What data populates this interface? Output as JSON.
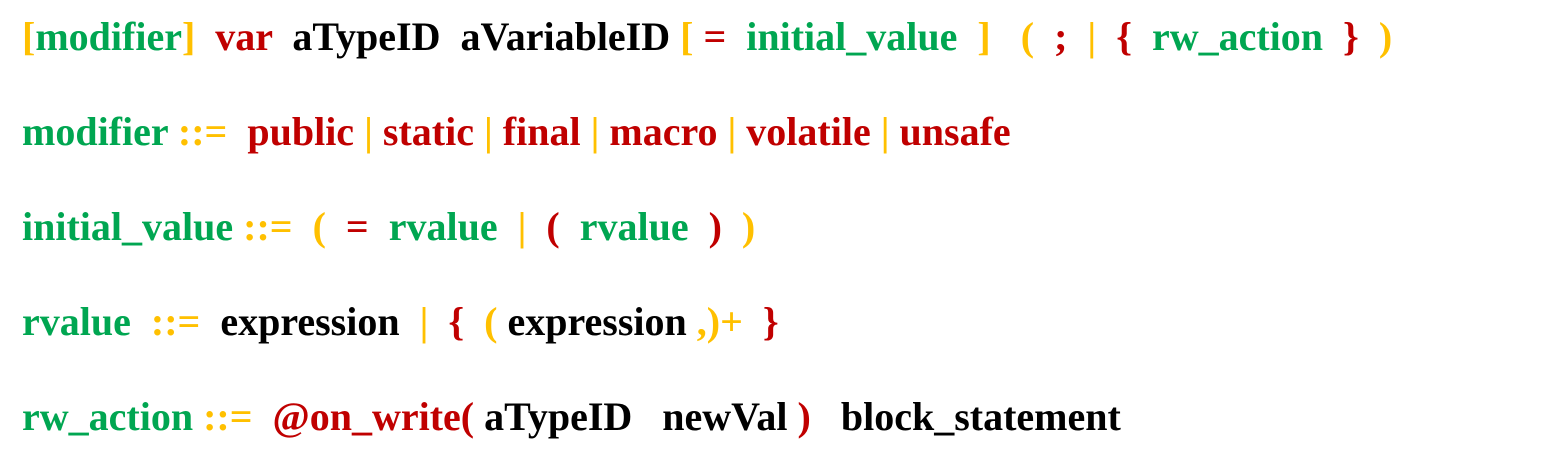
{
  "colors": {
    "green": "#00A651",
    "red": "#C00000",
    "yellow": "#FFC000",
    "black": "#000000"
  },
  "grammar": {
    "lines": [
      {
        "tokens": [
          {
            "text": "[",
            "color": "yellow"
          },
          {
            "text": "modifier",
            "color": "green"
          },
          {
            "text": "]",
            "color": "yellow"
          },
          {
            "text": "  ",
            "color": "black"
          },
          {
            "text": "var",
            "color": "red"
          },
          {
            "text": "  ",
            "color": "black"
          },
          {
            "text": "aTypeID",
            "color": "black"
          },
          {
            "text": "  ",
            "color": "black"
          },
          {
            "text": "aVariableID",
            "color": "black"
          },
          {
            "text": " ",
            "color": "black"
          },
          {
            "text": "[",
            "color": "yellow"
          },
          {
            "text": " ",
            "color": "black"
          },
          {
            "text": "=",
            "color": "red"
          },
          {
            "text": "  ",
            "color": "black"
          },
          {
            "text": "initial_value",
            "color": "green"
          },
          {
            "text": "  ",
            "color": "black"
          },
          {
            "text": "]",
            "color": "yellow"
          },
          {
            "text": "   ",
            "color": "black"
          },
          {
            "text": "(",
            "color": "yellow"
          },
          {
            "text": "  ",
            "color": "black"
          },
          {
            "text": ";",
            "color": "red"
          },
          {
            "text": "  ",
            "color": "black"
          },
          {
            "text": "|",
            "color": "yellow"
          },
          {
            "text": "  ",
            "color": "black"
          },
          {
            "text": "{",
            "color": "red"
          },
          {
            "text": "  ",
            "color": "black"
          },
          {
            "text": "rw_action",
            "color": "green"
          },
          {
            "text": "  ",
            "color": "black"
          },
          {
            "text": "}",
            "color": "red"
          },
          {
            "text": "  ",
            "color": "black"
          },
          {
            "text": ")",
            "color": "yellow"
          }
        ]
      },
      {
        "tokens": [
          {
            "text": "modifier",
            "color": "green"
          },
          {
            "text": " ",
            "color": "black"
          },
          {
            "text": "::=",
            "color": "yellow"
          },
          {
            "text": "  ",
            "color": "black"
          },
          {
            "text": "public",
            "color": "red"
          },
          {
            "text": " ",
            "color": "black"
          },
          {
            "text": "|",
            "color": "yellow"
          },
          {
            "text": " ",
            "color": "black"
          },
          {
            "text": "static",
            "color": "red"
          },
          {
            "text": " ",
            "color": "black"
          },
          {
            "text": "|",
            "color": "yellow"
          },
          {
            "text": " ",
            "color": "black"
          },
          {
            "text": "final",
            "color": "red"
          },
          {
            "text": " ",
            "color": "black"
          },
          {
            "text": "|",
            "color": "yellow"
          },
          {
            "text": " ",
            "color": "black"
          },
          {
            "text": "macro",
            "color": "red"
          },
          {
            "text": " ",
            "color": "black"
          },
          {
            "text": "|",
            "color": "yellow"
          },
          {
            "text": " ",
            "color": "black"
          },
          {
            "text": "volatile",
            "color": "red"
          },
          {
            "text": " ",
            "color": "black"
          },
          {
            "text": "|",
            "color": "yellow"
          },
          {
            "text": " ",
            "color": "black"
          },
          {
            "text": "unsafe",
            "color": "red"
          }
        ]
      },
      {
        "tokens": [
          {
            "text": "initial_value",
            "color": "green"
          },
          {
            "text": " ",
            "color": "black"
          },
          {
            "text": "::=",
            "color": "yellow"
          },
          {
            "text": "  ",
            "color": "black"
          },
          {
            "text": "(",
            "color": "yellow"
          },
          {
            "text": "  ",
            "color": "black"
          },
          {
            "text": "=",
            "color": "red"
          },
          {
            "text": "  ",
            "color": "black"
          },
          {
            "text": "rvalue",
            "color": "green"
          },
          {
            "text": "  ",
            "color": "black"
          },
          {
            "text": "|",
            "color": "yellow"
          },
          {
            "text": "  ",
            "color": "black"
          },
          {
            "text": "(",
            "color": "red"
          },
          {
            "text": "  ",
            "color": "black"
          },
          {
            "text": "rvalue",
            "color": "green"
          },
          {
            "text": "  ",
            "color": "black"
          },
          {
            "text": ")",
            "color": "red"
          },
          {
            "text": "  ",
            "color": "black"
          },
          {
            "text": ")",
            "color": "yellow"
          }
        ]
      },
      {
        "tokens": [
          {
            "text": "rvalue",
            "color": "green"
          },
          {
            "text": "  ",
            "color": "black"
          },
          {
            "text": "::=",
            "color": "yellow"
          },
          {
            "text": "  ",
            "color": "black"
          },
          {
            "text": "expression",
            "color": "black"
          },
          {
            "text": "  ",
            "color": "black"
          },
          {
            "text": "|",
            "color": "yellow"
          },
          {
            "text": "  ",
            "color": "black"
          },
          {
            "text": "{",
            "color": "red"
          },
          {
            "text": "  ",
            "color": "black"
          },
          {
            "text": "(",
            "color": "yellow"
          },
          {
            "text": " ",
            "color": "black"
          },
          {
            "text": "expression",
            "color": "black"
          },
          {
            "text": " ",
            "color": "black"
          },
          {
            "text": ",",
            "color": "yellow"
          },
          {
            "text": ")+",
            "color": "yellow"
          },
          {
            "text": "  ",
            "color": "black"
          },
          {
            "text": "}",
            "color": "red"
          }
        ]
      },
      {
        "tokens": [
          {
            "text": "rw_action",
            "color": "green"
          },
          {
            "text": " ",
            "color": "black"
          },
          {
            "text": "::=",
            "color": "yellow"
          },
          {
            "text": "  ",
            "color": "black"
          },
          {
            "text": "@on_write(",
            "color": "red"
          },
          {
            "text": " ",
            "color": "black"
          },
          {
            "text": "aTypeID",
            "color": "black"
          },
          {
            "text": "   ",
            "color": "black"
          },
          {
            "text": "newVal",
            "color": "black"
          },
          {
            "text": " ",
            "color": "black"
          },
          {
            "text": ")",
            "color": "red"
          },
          {
            "text": "   ",
            "color": "black"
          },
          {
            "text": "block_statement",
            "color": "black"
          }
        ]
      }
    ]
  }
}
